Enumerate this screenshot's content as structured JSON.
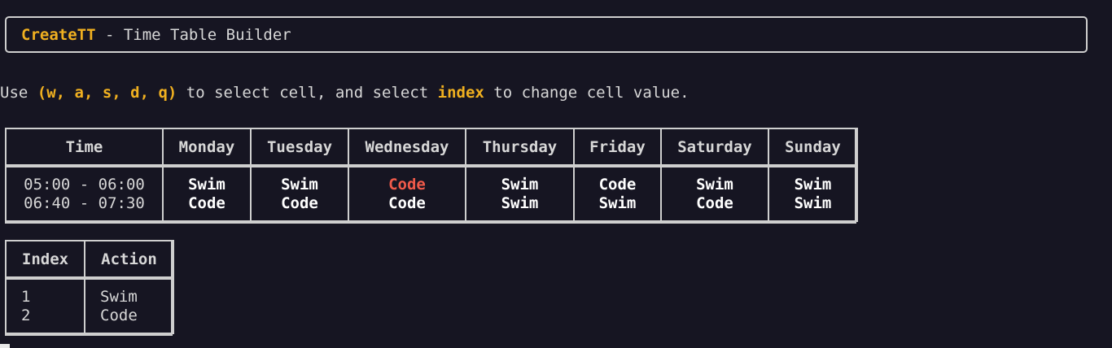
{
  "header": {
    "app_name": "CreateTT",
    "subtitle": " - Time Table Builder"
  },
  "instructions": {
    "prefix": "Use ",
    "keys": "(w, a, s, d, q)",
    "middle": " to select cell, and select ",
    "index_word": "index",
    "suffix": " to change cell value."
  },
  "timetable": {
    "headers": [
      "Time",
      "Monday",
      "Tuesday",
      "Wednesday",
      "Thursday",
      "Friday",
      "Saturday",
      "Sunday"
    ],
    "times": [
      "05:00 - 06:00",
      "06:40 - 07:30"
    ],
    "days": [
      [
        "Swim",
        "Code"
      ],
      [
        "Swim",
        "Code"
      ],
      [
        "Code",
        "Code"
      ],
      [
        "Swim",
        "Swim"
      ],
      [
        "Code",
        "Swim"
      ],
      [
        "Swim",
        "Code"
      ],
      [
        "Swim",
        "Swim"
      ]
    ],
    "selected_color": "#f05a4a"
  },
  "index_table": {
    "headers": [
      "Index",
      "Action"
    ],
    "indices": [
      "1",
      "2"
    ],
    "actions": [
      "Swim",
      "Code"
    ]
  },
  "colors": {
    "background": "#161522",
    "accent": "#f0b020",
    "border": "#cfcfcf"
  }
}
